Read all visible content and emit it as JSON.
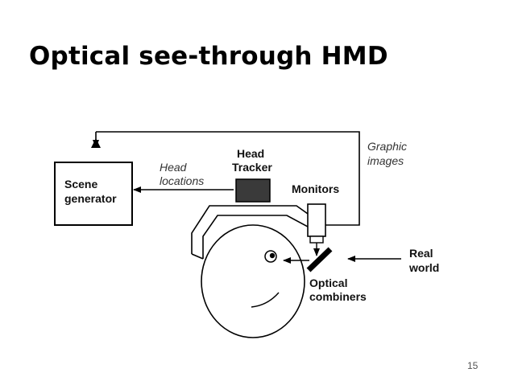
{
  "slide": {
    "title": "Optical see-through HMD",
    "page_number": "15"
  },
  "diagram": {
    "scene_generator": [
      "Scene",
      "generator"
    ],
    "head_tracker": [
      "Head",
      "Tracker"
    ],
    "head_locations": [
      "Head",
      "locations"
    ],
    "graphic_images": [
      "Graphic",
      "images"
    ],
    "monitors": "Monitors",
    "real_world": [
      "Real",
      "world"
    ],
    "optical_combiners": [
      "Optical",
      "combiners"
    ]
  },
  "colors": {
    "line": "#000000",
    "tracker_fill": "#3a3a3a",
    "background": "#ffffff"
  }
}
